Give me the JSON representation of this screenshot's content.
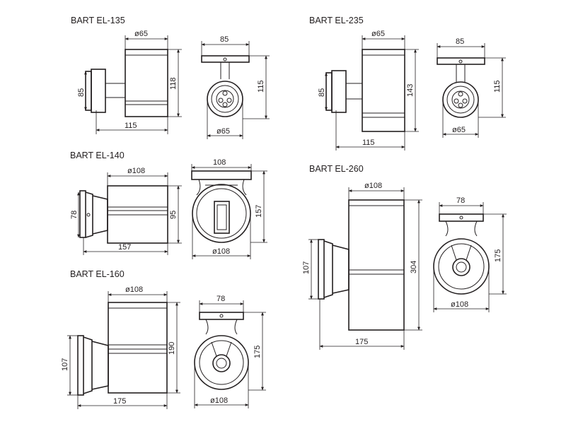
{
  "models": [
    {
      "title": "BART EL-135",
      "dims": {
        "diameter": "ø65",
        "height": "118",
        "depth": "115",
        "plate": "85",
        "width": "85",
        "height_front": "115",
        "diameter_front": "ø65"
      }
    },
    {
      "title": "BART EL-235",
      "dims": {
        "diameter": "ø65",
        "height": "143",
        "depth": "115",
        "plate": "85",
        "width": "85",
        "height_front": "115",
        "diameter_front": "ø65"
      }
    },
    {
      "title": "BART EL-140",
      "dims": {
        "diameter": "ø108",
        "height": "95",
        "depth": "157",
        "plate": "78",
        "width": "108",
        "height_front": "157",
        "diameter_front": "ø108"
      }
    },
    {
      "title": "BART EL-260",
      "dims": {
        "diameter": "ø108",
        "height": "304",
        "depth": "175",
        "plate": "107",
        "width": "78",
        "height_front": "175",
        "diameter_front": "ø108"
      }
    },
    {
      "title": "BART EL-160",
      "dims": {
        "diameter": "ø108",
        "height": "190",
        "depth": "175",
        "plate": "107",
        "width": "78",
        "height_front": "175",
        "diameter_front": "ø108"
      }
    }
  ]
}
